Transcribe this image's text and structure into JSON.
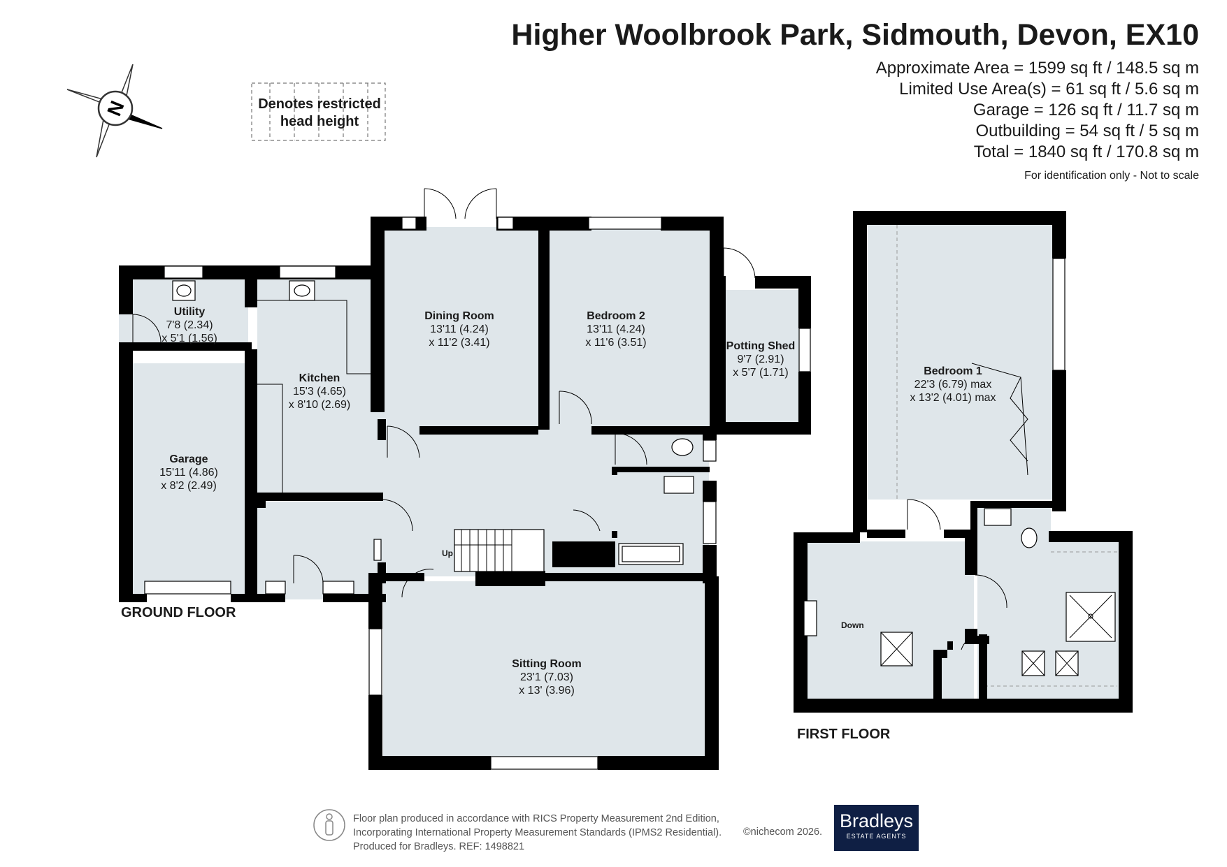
{
  "header": {
    "title": "Higher Woolbrook Park, Sidmouth, Devon, EX10",
    "areas": [
      "Approximate Area = 1599 sq ft / 148.5 sq m",
      "Limited Use Area(s) = 61 sq ft / 5.6 sq m",
      "Garage = 126 sq ft / 11.7 sq m",
      "Outbuilding = 54 sq ft / 5 sq m",
      "Total = 1840 sq ft / 170.8 sq m"
    ],
    "note": "For identification only - Not to scale"
  },
  "compass": {
    "letter": "N"
  },
  "legend": {
    "line1": "Denotes restricted",
    "line2": "head height"
  },
  "floors": {
    "ground": "GROUND FLOOR",
    "first": "FIRST FLOOR"
  },
  "rooms": {
    "utility": {
      "name": "Utility",
      "dim1": "7'8 (2.34)",
      "dim2": "x 5'1 (1.56)"
    },
    "kitchen": {
      "name": "Kitchen",
      "dim1": "15'3 (4.65)",
      "dim2": "x 8'10 (2.69)"
    },
    "dining": {
      "name": "Dining Room",
      "dim1": "13'11 (4.24)",
      "dim2": "x 11'2 (3.41)"
    },
    "bedroom2": {
      "name": "Bedroom 2",
      "dim1": "13'11 (4.24)",
      "dim2": "x 11'6 (3.51)"
    },
    "potting": {
      "name": "Potting Shed",
      "dim1": "9'7 (2.91)",
      "dim2": "x 5'7 (1.71)"
    },
    "garage": {
      "name": "Garage",
      "dim1": "15'11 (4.86)",
      "dim2": "x 8'2 (2.49)"
    },
    "sitting": {
      "name": "Sitting Room",
      "dim1": "23'1 (7.03)",
      "dim2": "x 13' (3.96)"
    },
    "bedroom1": {
      "name": "Bedroom 1",
      "dim1": "22'3 (6.79) max",
      "dim2": "x 13'2 (4.01) max"
    }
  },
  "stairs": {
    "up": "Up",
    "down": "Down"
  },
  "footer": {
    "line1": "Floor plan produced in accordance with RICS Property Measurement 2nd Edition,",
    "line2": "Incorporating International Property Measurement Standards (IPMS2 Residential).",
    "line3": "Produced for Bradleys.   REF:  1498821",
    "copyright": "©nichecom 2026.",
    "brand": "Bradleys",
    "brand_sub": "ESTATE AGENTS"
  },
  "colors": {
    "room_fill": "#dfe6ea",
    "wall": "#000000",
    "brand_bg": "#0f1f44"
  }
}
